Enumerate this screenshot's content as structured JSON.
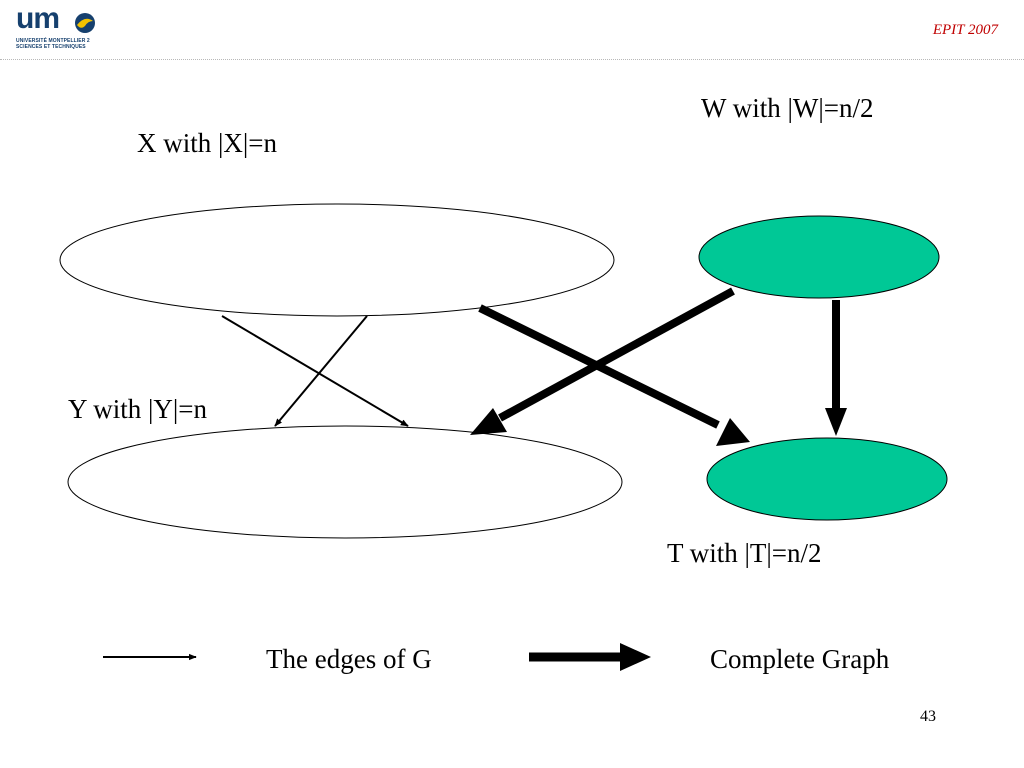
{
  "header": {
    "logo": {
      "mark": "um",
      "line1": "UNIVERSITÉ MONTPELLIER 2",
      "line2": "SCIENCES ET TECHNIQUES"
    },
    "conference": "EPIT 2007"
  },
  "diagram": {
    "nodes": [
      {
        "id": "X",
        "label": "X with |X|=n",
        "fill": "#ffffff"
      },
      {
        "id": "Y",
        "label": "Y with |Y|=n",
        "fill": "#ffffff"
      },
      {
        "id": "W",
        "label": "W with |W|=n/2",
        "fill": "#00c896"
      },
      {
        "id": "T",
        "label": "T with |T|=n/2",
        "fill": "#00c896"
      }
    ],
    "edges": [
      {
        "from": "X",
        "to": "Y",
        "kind": "edge-of-G"
      },
      {
        "from": "X",
        "to": "Y",
        "kind": "edge-of-G"
      },
      {
        "from": "X",
        "to": "T",
        "kind": "complete"
      },
      {
        "from": "W",
        "to": "Y",
        "kind": "complete"
      },
      {
        "from": "W",
        "to": "T",
        "kind": "complete"
      }
    ]
  },
  "legend": {
    "thin": "The edges of G",
    "thick": "Complete Graph"
  },
  "page_number": "43",
  "colors": {
    "teal": "#00c896",
    "accent": "#c00000",
    "logo_blue": "#16406e",
    "logo_yellow": "#f2c200"
  }
}
